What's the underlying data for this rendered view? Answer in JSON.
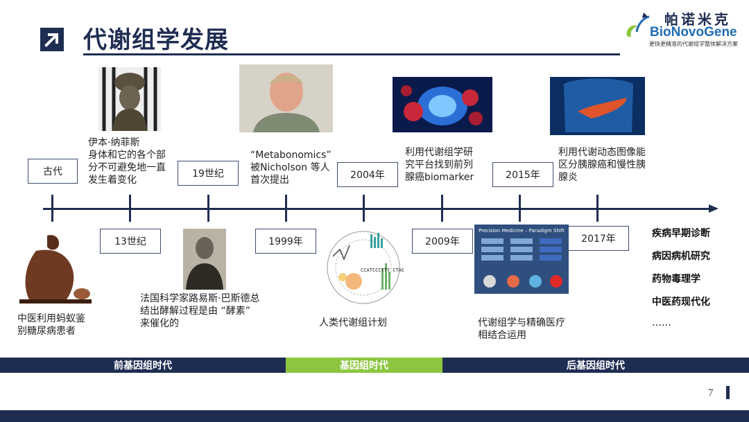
{
  "header": {
    "title": "代谢组学发展",
    "logo_cn": "帕诺米克",
    "logo_en": "BioNovoGene",
    "logo_tagline": "更快更精准的代谢组学整体解决方案"
  },
  "timeline": {
    "top_boxes": [
      "古代",
      "19世纪",
      "2004年",
      "2015年"
    ],
    "bottom_boxes": [
      "13世纪",
      "1999年",
      "2009年",
      "2017年"
    ],
    "events": {
      "ibn_nafis": [
        "伊本·纳菲斯",
        "身体和它的各个部",
        "分不可避免地一直",
        "发生着变化"
      ],
      "metabonomics": [
        "“Metabonomics”",
        "被Nicholson 等人",
        "首次提出"
      ],
      "biomarker": [
        "利用代谢组学研",
        "究平台找到前列",
        "腺癌biomarker"
      ],
      "pancreas": [
        "利用代谢动态图像能",
        "区分胰腺癌和慢性胰",
        "腺炎"
      ],
      "ancient_tcm": [
        "中医利用蚂蚁鉴",
        "别糖尿病患者"
      ],
      "pasteur": [
        "法国科学家路易斯·巴斯德总",
        "结出酵解过程是由 “酵素”",
        "来催化的"
      ],
      "human_metabolome": [
        "人类代谢组计划"
      ],
      "precision": [
        "代谢组学与精确医疗",
        "相结合运用"
      ]
    },
    "precision_panel_title": "Precision Medicine – Paradigm Shift",
    "metabolome_graphic_text": "CCATCCCTTY CTAGCGAA"
  },
  "applications": [
    "疾病早期诊断",
    "病因病机研究",
    "药物毒理学",
    "中医药现代化",
    "……"
  ],
  "eras": [
    "前基因组时代",
    "基因组时代",
    "后基因组时代"
  ],
  "colors": {
    "navy": "#1f2d52",
    "green": "#8cc63f"
  },
  "page_number": "7"
}
